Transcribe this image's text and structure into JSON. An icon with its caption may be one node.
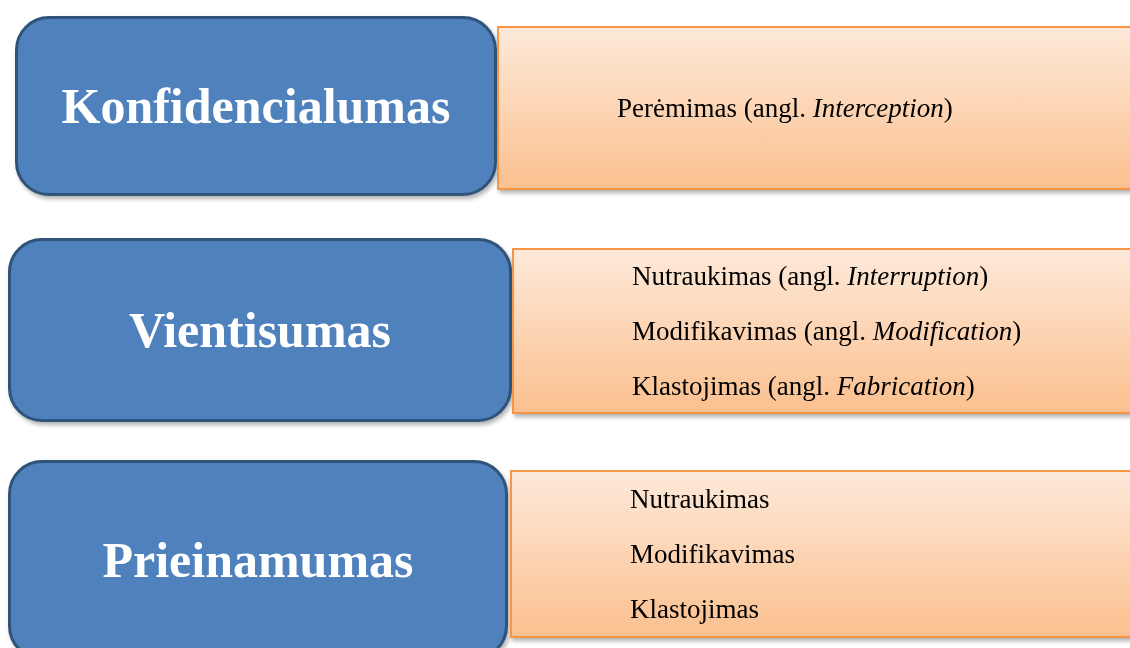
{
  "diagram": {
    "nodes": [
      {
        "text": [
          "Konfidencialumas"
        ]
      },
      {
        "text": [
          "Perėmimas (angl. *Interception*)"
        ]
      },
      {
        "text": [
          "Vientisumas"
        ]
      },
      {
        "text": [
          "Nutraukimas (angl. *Interruption*)",
          "Modifikavimas (angl. *Modification*)",
          "Klastojimas (angl. *Fabrication*)"
        ]
      },
      {
        "text": [
          "Prieinamumas"
        ]
      },
      {
        "text": [
          "Nutraukimas",
          "Modifikavimas",
          "Klastojimas"
        ]
      }
    ],
    "edges": []
  }
}
